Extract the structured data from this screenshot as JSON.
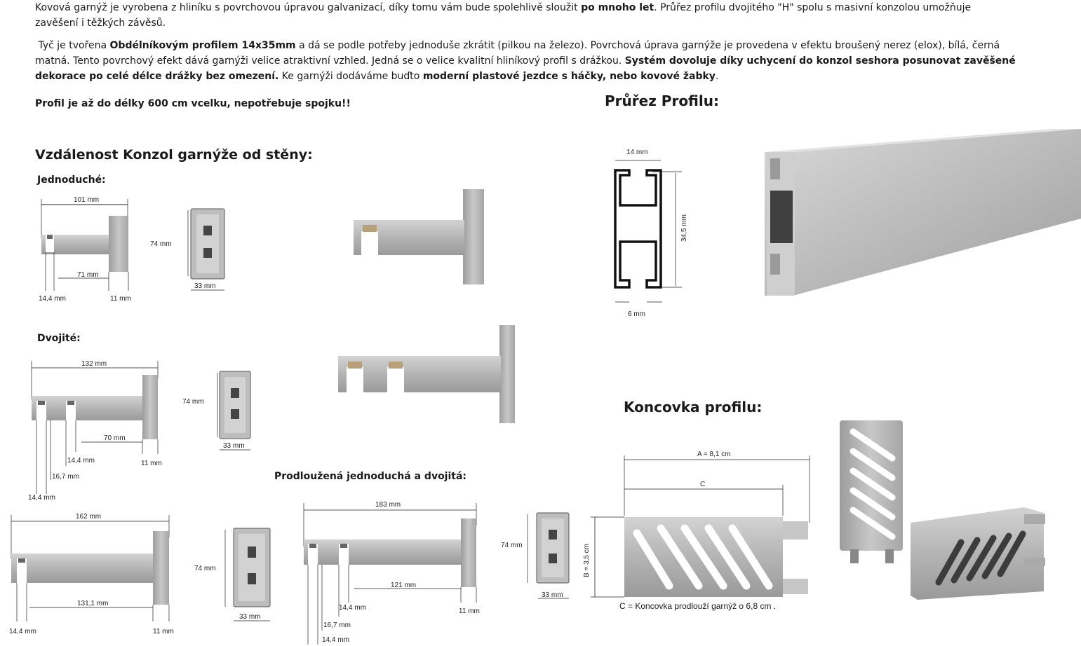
{
  "intro": {
    "p1_a": "Kovová garnýž je vyrobena z hliníku s povrchovou úpravou galvanizací, díky tomu vám bude spolehlivě sloužit ",
    "p1_b": "po mnoho let",
    "p1_c": ". Průřez profilu dvojitého \"H\" spolu s masivní konzolou umožňuje zavěšení i těžkých závěsů.",
    "p2_a": "Tyč je tvořena ",
    "p2_b": "Obdélníkovým profilem 14x35mm",
    "p2_c": " a dá se podle potřeby jednoduše zkrátit (pilkou na železo). Povrchová úprava garnýže je provedena v efektu broušený nerez (elox), bílá, černá matná. Tento povrchový efekt dává garnýži velice atraktivní vzhled. Jedná se o velice kvalitní hliníkový profil s drážkou. ",
    "p2_d": "Systém dovoluje díky uchycení do konzol seshora posunovat zavěšené dekorace po celé délce drážky bez omezení.",
    "p2_e": " Ke garnýži dodáváme buďto ",
    "p2_f": "moderní plastové jezdce s háčky, nebo kovové žabky",
    "p2_g": ".",
    "p3": "Profil je až do délky 600 cm vcelku, nepotřebuje spojku!!"
  },
  "headings": {
    "distance": "Vzdálenost Konzol garnýže od stěny:",
    "single": "Jednoduché:",
    "double": "Dvojité:",
    "extended": "Prodloužená jednoduchá a dvojitá:",
    "profile": "Průřez Profilu:",
    "endcap": "Koncovka profilu:"
  },
  "dims": {
    "single_length": "101 mm",
    "single_inner": "71 mm",
    "single_left": "14,4 mm",
    "single_right": "11 mm",
    "plate_height": "74 mm",
    "plate_width": "33 mm",
    "double_length": "132 mm",
    "double_inner": "70 mm",
    "double_a": "14,4 mm",
    "double_b": "16,7 mm",
    "double_c": "14,4 mm",
    "double_right": "11 mm",
    "ext_single_length": "162 mm",
    "ext_single_inner": "131,1 mm",
    "ext_single_left": "14,4 mm",
    "ext_single_right": "11 mm",
    "ext_double_length": "183 mm",
    "ext_double_inner": "121 mm",
    "ext_double_a": "14,4 mm",
    "ext_double_b": "16,7 mm",
    "ext_double_c": "14,4 mm",
    "ext_double_right": "11 mm",
    "profile_width": "14 mm",
    "profile_height": "34,5 mm",
    "profile_gap": "6 mm",
    "endcap_a": "A = 8,1 cm",
    "endcap_c": "C",
    "endcap_b": "B = 3,5 cm",
    "endcap_note": "C = Koncovka prodlouží garnýž o 6,8 cm ."
  },
  "colors": {
    "metal_light": "#c9c9c9",
    "metal_dark": "#8e8e8e",
    "text": "#1a1a1a",
    "profile_line": "#111111"
  }
}
